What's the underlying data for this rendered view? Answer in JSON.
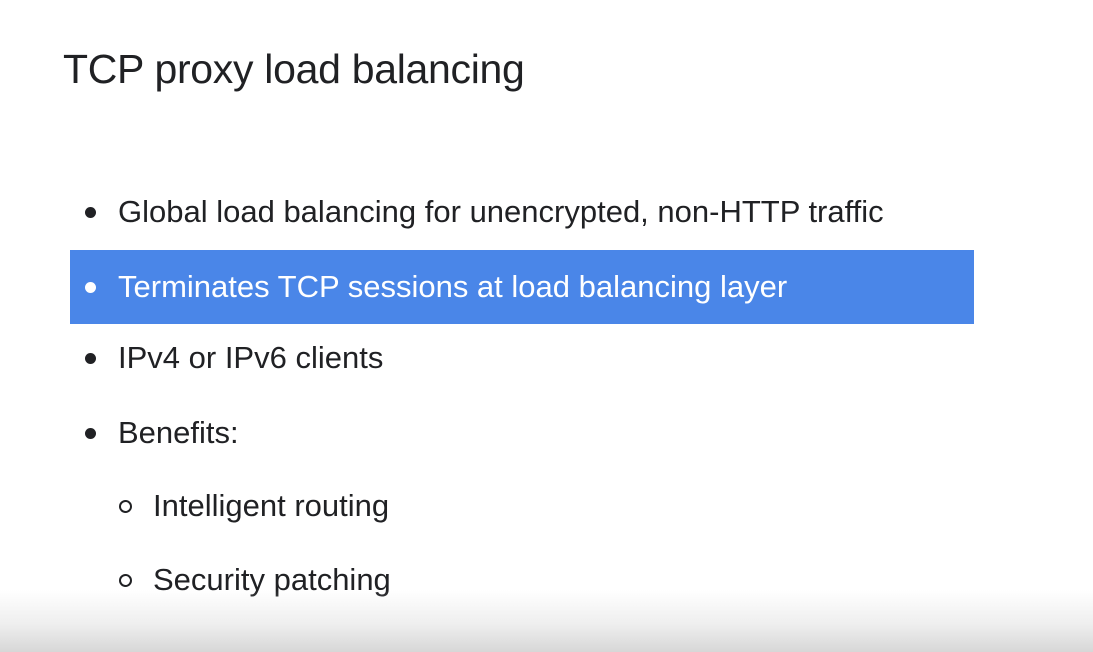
{
  "slide": {
    "title": "TCP proxy load balancing",
    "bullets": [
      {
        "text": "Global load balancing for unencrypted, non-HTTP traffic",
        "level": 1,
        "highlighted": false
      },
      {
        "text": "Terminates TCP sessions at load balancing layer",
        "level": 1,
        "highlighted": true
      },
      {
        "text": "IPv4 or IPv6 clients",
        "level": 1,
        "highlighted": false
      },
      {
        "text": "Benefits:",
        "level": 1,
        "highlighted": false
      },
      {
        "text": "Intelligent routing",
        "level": 2,
        "highlighted": false
      },
      {
        "text": "Security patching",
        "level": 2,
        "highlighted": false
      }
    ]
  },
  "colors": {
    "highlight": "#4a86e8",
    "text": "#202124",
    "background": "#ffffff"
  }
}
